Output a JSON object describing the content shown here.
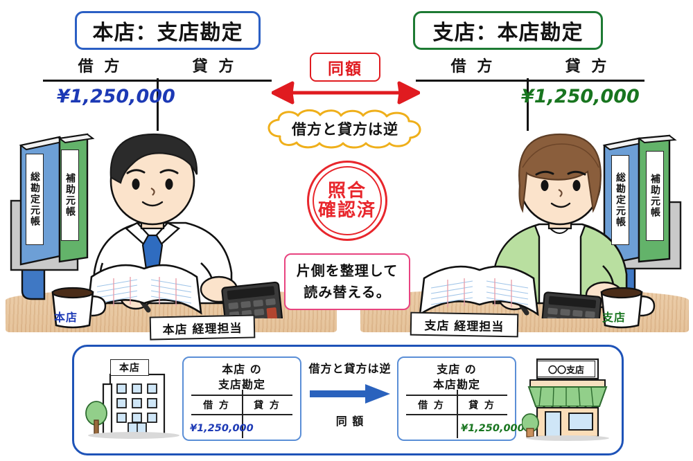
{
  "page": {
    "title": "本支店会計 照合図",
    "background": "#ffffff"
  },
  "colors": {
    "blue_accent": "#2b5fc4",
    "green_accent": "#1d7a33",
    "red_accent": "#e01b20",
    "pink_accent": "#e8437f",
    "amber_accent": "#efaf1a",
    "panel_border": "#1e53b8",
    "amount_blue": "#1c39b5",
    "amount_green": "#18751f",
    "desk": "#e6c49c"
  },
  "left_account": {
    "title": "本店：支店勘定",
    "title_border_color": "#2b5fc4",
    "debit_header": "借 方",
    "credit_header": "貸 方",
    "debit_amount": "¥1,250,000",
    "credit_amount": "",
    "amount_color": "#1c39b5"
  },
  "right_account": {
    "title": "支店：本店勘定",
    "title_border_color": "#1d7a33",
    "debit_header": "借 方",
    "credit_header": "貸 方",
    "debit_amount": "",
    "credit_amount": "¥1,250,000",
    "amount_color": "#18751f"
  },
  "center": {
    "same_amount_badge": "同額",
    "arrow_icon": "double-headed-horizontal-arrow",
    "arrow_color": "#e01b20",
    "cloud_note": "借方と貸方は逆",
    "cloud_border_color": "#efaf1a",
    "stamp_line1": "照合",
    "stamp_line2": "確認済",
    "stamp_color": "#e8262c",
    "pink_note_line1": "片側を整理して",
    "pink_note_line2": "読み替える。",
    "pink_note_border": "#e8437f"
  },
  "left_person": {
    "nameplate": "本店 経理担当",
    "mug_label": "本店",
    "mug_label_color": "#1c39b5",
    "books": [
      {
        "label": "総勘定元帳",
        "cover_color": "#6d9fd6"
      },
      {
        "label": "補助元帳",
        "cover_color": "#63b36a"
      }
    ],
    "shirt_color": "#ffffff",
    "tie_color": "#2f6cc0",
    "hair_color": "#2b2b2b",
    "chair_color": "#2f6cc0"
  },
  "right_person": {
    "nameplate": "支店 経理担当",
    "mug_label": "支店",
    "mug_label_color": "#18751f",
    "books": [
      {
        "label": "総勘定元帳",
        "cover_color": "#6d9fd6"
      },
      {
        "label": "補助元帳",
        "cover_color": "#63b36a"
      }
    ],
    "cardigan_color": "#b9dfa0",
    "hair_color": "#8a5e3c",
    "chair_color": "#2f6cc0"
  },
  "bottom_panel": {
    "border_color": "#1e53b8",
    "building_label": "本店",
    "shop_label": "〇〇支店",
    "left_card": {
      "title_line1": "本店 の",
      "title_line2": "支店勘定",
      "debit_header": "借 方",
      "credit_header": "貸 方",
      "debit_amount": "¥1,250,000",
      "credit_amount": ""
    },
    "right_card": {
      "title_line1": "支店 の",
      "title_line2": "本店勘定",
      "debit_header": "借 方",
      "credit_header": "貸 方",
      "debit_amount": "",
      "credit_amount": "¥1,250,000"
    },
    "mid_top_label": "借方と貸方は逆",
    "mid_bottom_label": "同 額",
    "mid_arrow_icon": "right-arrow",
    "mid_arrow_color": "#2a62bd"
  }
}
